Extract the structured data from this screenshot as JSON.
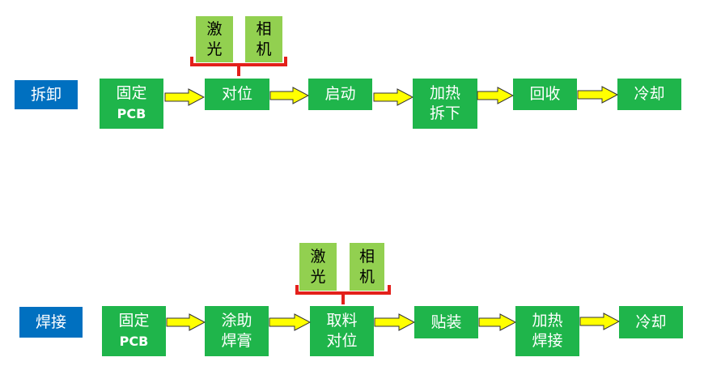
{
  "colors": {
    "step": "#1fb54b",
    "device": "#92d050",
    "label": "#0070c0",
    "arrow": "#ffff00",
    "brace": "#e3201b"
  },
  "rows": [
    {
      "label": "拆卸",
      "devices": {
        "laser": [
          "激",
          "光"
        ],
        "camera": [
          "相",
          "机"
        ]
      },
      "steps": [
        {
          "lines": [
            "固定",
            "PCB"
          ]
        },
        {
          "lines": [
            "对位"
          ]
        },
        {
          "lines": [
            "启动"
          ]
        },
        {
          "lines": [
            "加热",
            "拆下"
          ]
        },
        {
          "lines": [
            "回收"
          ]
        },
        {
          "lines": [
            "冷却"
          ]
        }
      ]
    },
    {
      "label": "焊接",
      "devices": {
        "laser": [
          "激",
          "光"
        ],
        "camera": [
          "相",
          "机"
        ]
      },
      "steps": [
        {
          "lines": [
            "固定",
            "PCB"
          ]
        },
        {
          "lines": [
            "涂助",
            "焊膏"
          ]
        },
        {
          "lines": [
            "取料",
            "对位"
          ]
        },
        {
          "lines": [
            "贴装"
          ]
        },
        {
          "lines": [
            "加热",
            "焊接"
          ]
        },
        {
          "lines": [
            "冷却"
          ]
        }
      ]
    }
  ]
}
